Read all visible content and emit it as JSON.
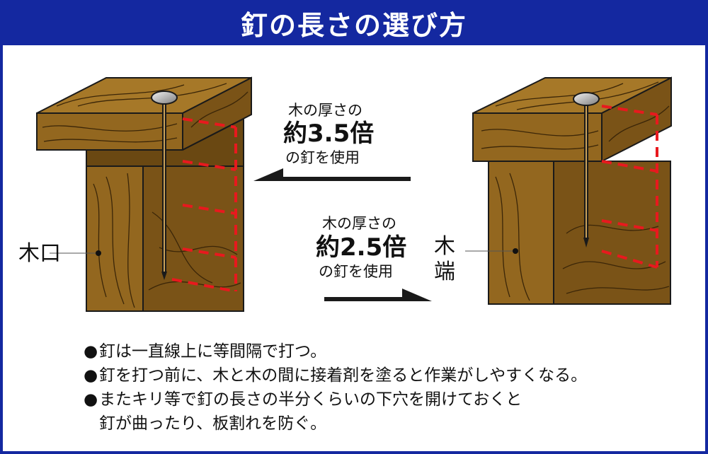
{
  "title": "釘の長さの選び方",
  "left_label": "木口",
  "right_label_top": "木",
  "right_label_bottom": "端",
  "callout_top": {
    "line1": "木の厚さの",
    "line2": "約3.5倍",
    "line3": "の釘を使用"
  },
  "callout_bottom": {
    "line1": "木の厚さの",
    "line2": "約2.5倍",
    "line3": "の釘を使用"
  },
  "notes": {
    "bullet": "●",
    "item1": "釘は一直線上に等間隔で打つ。",
    "item2": "釘を打つ前に、木と木の間に接着剤を塗ると作業がしやすくなる。",
    "item3_line1": "またキリ等で釘の長さの半分くらいの下穴を開けておくと",
    "item3_line2": "釘が曲ったり、板割れを防ぐ。"
  },
  "colors": {
    "banner": "#1428a0",
    "wood": "#93671f",
    "wood_dark": "#7a5317",
    "wood_top": "#a67828",
    "dash": "#e8191e",
    "arrow": "#1a1a1a"
  }
}
